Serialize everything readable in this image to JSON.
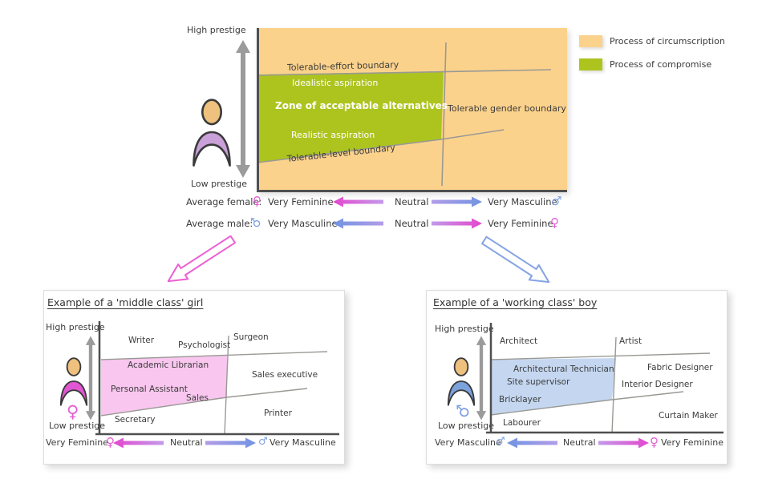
{
  "colors": {
    "circumscription_fill": "#fbd28c",
    "compromise_fill": "#adc41f",
    "girl_zone_fill": "#f8c6ee",
    "boy_zone_fill": "#c5d7f0",
    "pink": "#e35ed3",
    "blue": "#7fa0e2",
    "purple_body": "#c9a0d8",
    "girl_body": "#e156d2",
    "boy_body": "#7ba2dc",
    "head_fill": "#eec17e",
    "gray_line": "#999994",
    "axis_dark": "#4f4f4f",
    "arrow_gray": "#9b9b9b",
    "text_dark": "#3b3b3b"
  },
  "legend": {
    "items": [
      {
        "label": "Process of circumscription"
      },
      {
        "label": "Process of compromise"
      }
    ]
  },
  "main_chart": {
    "high_prestige": "High prestige",
    "low_prestige": "Low prestige",
    "tolerable_effort_boundary": "Tolerable-effort boundary",
    "idealistic_aspiration": "Idealistic aspiration",
    "zone_label": "Zone of acceptable alternatives",
    "realistic_aspiration": "Realistic aspiration",
    "tolerable_level_boundary": "Tolerable-level boundary",
    "tolerable_gender_boundary": "Tolerable gender boundary"
  },
  "scales": {
    "female": {
      "row_label": "Average female:",
      "start_symbol": "♀",
      "start_label": "Very Feminine",
      "neutral": "Neutral",
      "end_label": "Very Masculine",
      "end_symbol": "♂"
    },
    "male": {
      "row_label": "Average male:",
      "start_symbol": "♂",
      "start_label": "Very Masculine",
      "neutral": "Neutral",
      "end_label": "Very Feminine",
      "end_symbol": "♀"
    }
  },
  "girl_example": {
    "title": "Example of a 'middle class' girl",
    "high_prestige": "High prestige",
    "low_prestige": "Low prestige",
    "person_symbol": "♀",
    "occupations": {
      "writer": "Writer",
      "psychologist": "Psychologist",
      "surgeon": "Surgeon",
      "academic_librarian": "Academic Librarian",
      "sales_executive": "Sales executive",
      "personal_assistant": "Personal Assistant",
      "sales": "Sales",
      "secretary": "Secretary",
      "printer": "Printer"
    },
    "scale": {
      "start_label": "Very Feminine",
      "start_symbol": "♀",
      "neutral": "Neutral",
      "end_symbol": "♂",
      "end_label": "Very Masculine"
    }
  },
  "boy_example": {
    "title": "Example of a 'working class' boy",
    "high_prestige": "High prestige",
    "low_prestige": "Low prestige",
    "person_symbol": "♂",
    "occupations": {
      "architect": "Architect",
      "artist": "Artist",
      "architectural_technician": "Architectural Technician",
      "fabric_designer": "Fabric Designer",
      "site_supervisor": "Site supervisor",
      "interior_designer": "Interior Designer",
      "bricklayer": "Bricklayer",
      "labourer": "Labourer",
      "curtain_maker": "Curtain Maker"
    },
    "scale": {
      "start_label": "Very Masculine",
      "start_symbol": "♂",
      "neutral": "Neutral",
      "end_symbol": "♀",
      "end_label": "Very Feminine"
    }
  }
}
